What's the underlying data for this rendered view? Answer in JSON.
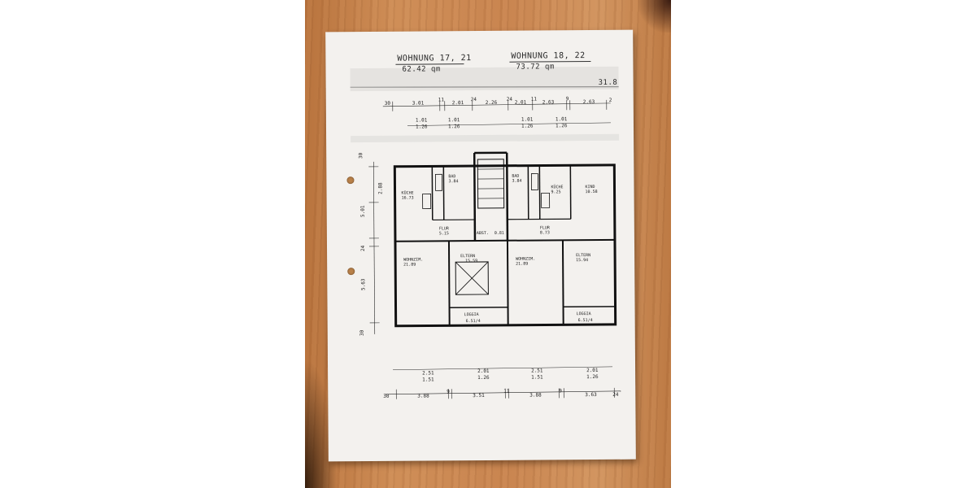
{
  "document": {
    "apartments": [
      {
        "title": "WOHNUNG 17, 21",
        "area": "62.42 qm"
      },
      {
        "title": "WOHNUNG 18, 22",
        "area": "73.72 qm"
      }
    ],
    "overall_width": "31.8",
    "top_dims": [
      "30",
      "3.01",
      "11",
      "2.01",
      "24",
      "2.26",
      "24",
      "2.01",
      "11",
      "2.63",
      "9",
      "2.63",
      "2"
    ],
    "top_sub_dims": [
      "1.01",
      "1.26",
      "1.01",
      "1.26",
      "1.01",
      "1.26",
      "1.01",
      "1.26"
    ],
    "left_dims": [
      "30",
      "2.88",
      "5.01",
      "24",
      "5.63",
      "30"
    ],
    "rooms": [
      {
        "name": "KÜCHE",
        "area": "16.73"
      },
      {
        "name": "BAD",
        "area": "3.84"
      },
      {
        "name": "FLUR",
        "area": "5.15"
      },
      {
        "name": "ABST.",
        "area": "0.81"
      },
      {
        "name": "BAD",
        "area": "3.84"
      },
      {
        "name": "KÜCHE",
        "area": "9.25"
      },
      {
        "name": "KIND",
        "area": "10.58"
      },
      {
        "name": "FLUR",
        "area": "8.73"
      },
      {
        "name": "WOHNZIM.",
        "area": "21.89"
      },
      {
        "name": "ELTERN",
        "area": "15.59"
      },
      {
        "name": "WOHNZIM.",
        "area": "21.89"
      },
      {
        "name": "ELTERN",
        "area": "15.94"
      },
      {
        "name": "LOGGIA",
        "area": "6.51/4"
      },
      {
        "name": "LOGGIA",
        "area": "6.51/4"
      }
    ],
    "bottom_sub_dims": [
      "2.51",
      "1.51",
      "2.01",
      "1.26",
      "2.51",
      "1.51",
      "2.01",
      "1.26"
    ],
    "bottom_dims": [
      "30",
      "3.88",
      "9",
      "3.51",
      "11",
      "3.88",
      "9",
      "3.63",
      "24"
    ]
  }
}
